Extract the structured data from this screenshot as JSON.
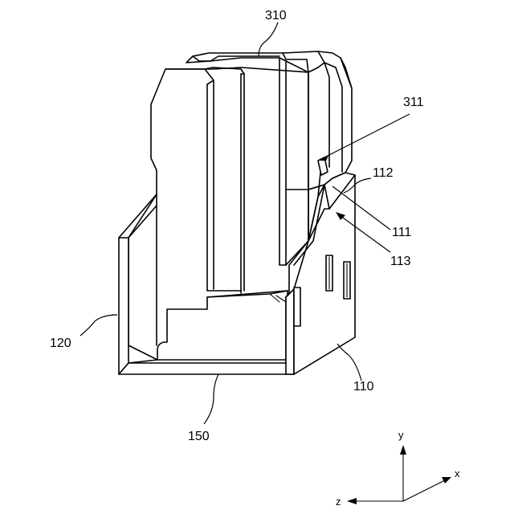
{
  "labels": {
    "l310": "310",
    "l311": "311",
    "l112": "112",
    "l111": "111",
    "l113": "113",
    "l120": "120",
    "l110": "110",
    "l150": "150"
  },
  "axes": {
    "x": "x",
    "y": "y",
    "z": "z"
  }
}
